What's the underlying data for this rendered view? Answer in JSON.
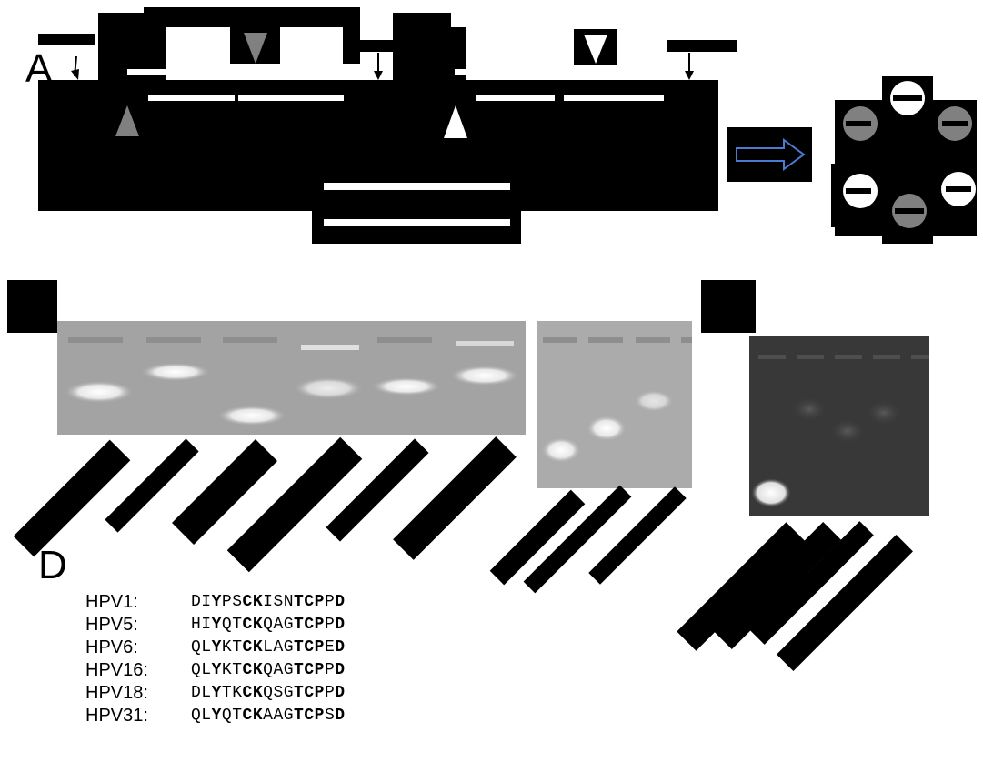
{
  "panels": {
    "a_label": "A",
    "d_label": "D"
  },
  "sequences": [
    {
      "label": "HPV1:",
      "segments": [
        {
          "t": "DI",
          "b": false
        },
        {
          "t": "Y",
          "b": true
        },
        {
          "t": "PS",
          "b": false
        },
        {
          "t": "CK",
          "b": true
        },
        {
          "t": "ISN",
          "b": false
        },
        {
          "t": "TCP",
          "b": true
        },
        {
          "t": "P",
          "b": false
        },
        {
          "t": "D",
          "b": true
        }
      ]
    },
    {
      "label": "HPV5:",
      "segments": [
        {
          "t": "HI",
          "b": false
        },
        {
          "t": "Y",
          "b": true
        },
        {
          "t": "QT",
          "b": false
        },
        {
          "t": "CK",
          "b": true
        },
        {
          "t": "QAG",
          "b": false
        },
        {
          "t": "TCP",
          "b": true
        },
        {
          "t": "P",
          "b": false
        },
        {
          "t": "D",
          "b": true
        }
      ]
    },
    {
      "label": "HPV6:",
      "segments": [
        {
          "t": "QL",
          "b": false
        },
        {
          "t": "Y",
          "b": true
        },
        {
          "t": "KT",
          "b": false
        },
        {
          "t": "CK",
          "b": true
        },
        {
          "t": "LAG",
          "b": false
        },
        {
          "t": "TCP",
          "b": true
        },
        {
          "t": "E",
          "b": false
        },
        {
          "t": "D",
          "b": true
        }
      ]
    },
    {
      "label": "HPV16:",
      "segments": [
        {
          "t": "QL",
          "b": false
        },
        {
          "t": "Y",
          "b": true
        },
        {
          "t": "KT",
          "b": false
        },
        {
          "t": "CK",
          "b": true
        },
        {
          "t": "QAG",
          "b": false
        },
        {
          "t": "TCP",
          "b": true
        },
        {
          "t": "P",
          "b": false
        },
        {
          "t": "D",
          "b": true
        }
      ]
    },
    {
      "label": "HPV18:",
      "segments": [
        {
          "t": "DL",
          "b": false
        },
        {
          "t": "Y",
          "b": true
        },
        {
          "t": "TK",
          "b": false
        },
        {
          "t": "CK",
          "b": true
        },
        {
          "t": "QSG",
          "b": false
        },
        {
          "t": "TCP",
          "b": true
        },
        {
          "t": "P",
          "b": false
        },
        {
          "t": "D",
          "b": true
        }
      ]
    },
    {
      "label": "HPV31:",
      "segments": [
        {
          "t": "QL",
          "b": false
        },
        {
          "t": "Y",
          "b": true
        },
        {
          "t": "QT",
          "b": false
        },
        {
          "t": "CK",
          "b": true
        },
        {
          "t": "AAG",
          "b": false
        },
        {
          "t": "TCP",
          "b": true
        },
        {
          "t": "S",
          "b": false
        },
        {
          "t": "D",
          "b": true
        }
      ]
    }
  ],
  "colors": {
    "gel_light": "#a9a9a9",
    "gel_dark": "#3a3a3a",
    "arrow_outline": "#4a7bd0",
    "marker_gray": "#808080"
  }
}
